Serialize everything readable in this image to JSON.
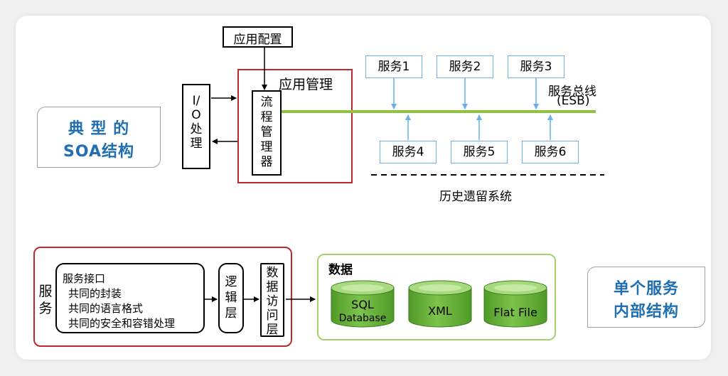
{
  "top": {
    "app_config": "应用配置",
    "app_mgmt_label": "应用管理",
    "io_box": [
      "I/",
      "O",
      "处",
      "理"
    ],
    "flow_mgr": [
      "流",
      "程",
      "管",
      "理",
      "器"
    ],
    "services_top": [
      "服务1",
      "服务2",
      "服务3"
    ],
    "services_bottom": [
      "服务4",
      "服务5",
      "服务6"
    ],
    "esb_label": "服务总线",
    "esb_sub": "(ESB)",
    "legacy": "历史遗留系统",
    "note_line1": "典 型 的",
    "note_line2": "SOA结构"
  },
  "bottom": {
    "service_label": [
      "服",
      "务"
    ],
    "interface_title": "服务接口",
    "interface_items": [
      "共同的封装",
      "共同的语言格式",
      "共同的安全和容错处理"
    ],
    "logic_layer": [
      "逻",
      "辑",
      "层"
    ],
    "data_access_layer": [
      "数",
      "据",
      "访",
      "问",
      "层"
    ],
    "data_label": "数据",
    "db1": [
      "SQL",
      "Database"
    ],
    "db2": [
      "XML"
    ],
    "db3": [
      "Flat File"
    ],
    "note_line1": "单个服务",
    "note_line2": "内部结构"
  },
  "colors": {
    "red_border": "#c0272d",
    "green_bus": "#8cc63f",
    "light_blue": "#6ab0ea",
    "note_blue": "#1f6fb2",
    "db_green": "#5fae2e",
    "data_border": "#a4d36b"
  }
}
